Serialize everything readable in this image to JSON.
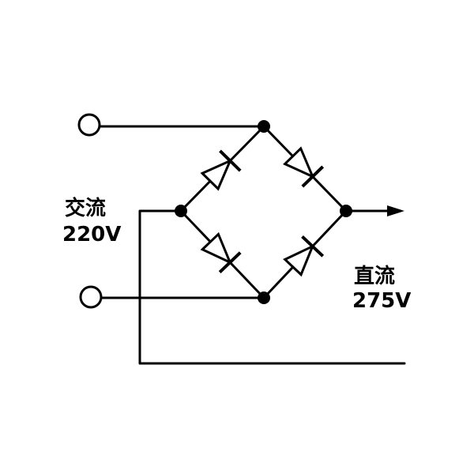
{
  "labels": {
    "ac_kind": "交流",
    "ac_voltage": "220V",
    "dc_kind": "直流",
    "dc_voltage": "275V"
  },
  "colors": {
    "ink": "#000000",
    "background": "#ffffff"
  },
  "components": {
    "terminals": [
      "input-terminal-top",
      "input-terminal-bottom"
    ],
    "diodes": [
      "diode-upper-left",
      "diode-upper-right",
      "diode-lower-left",
      "diode-lower-right"
    ],
    "output": "output-arrow-icon"
  }
}
